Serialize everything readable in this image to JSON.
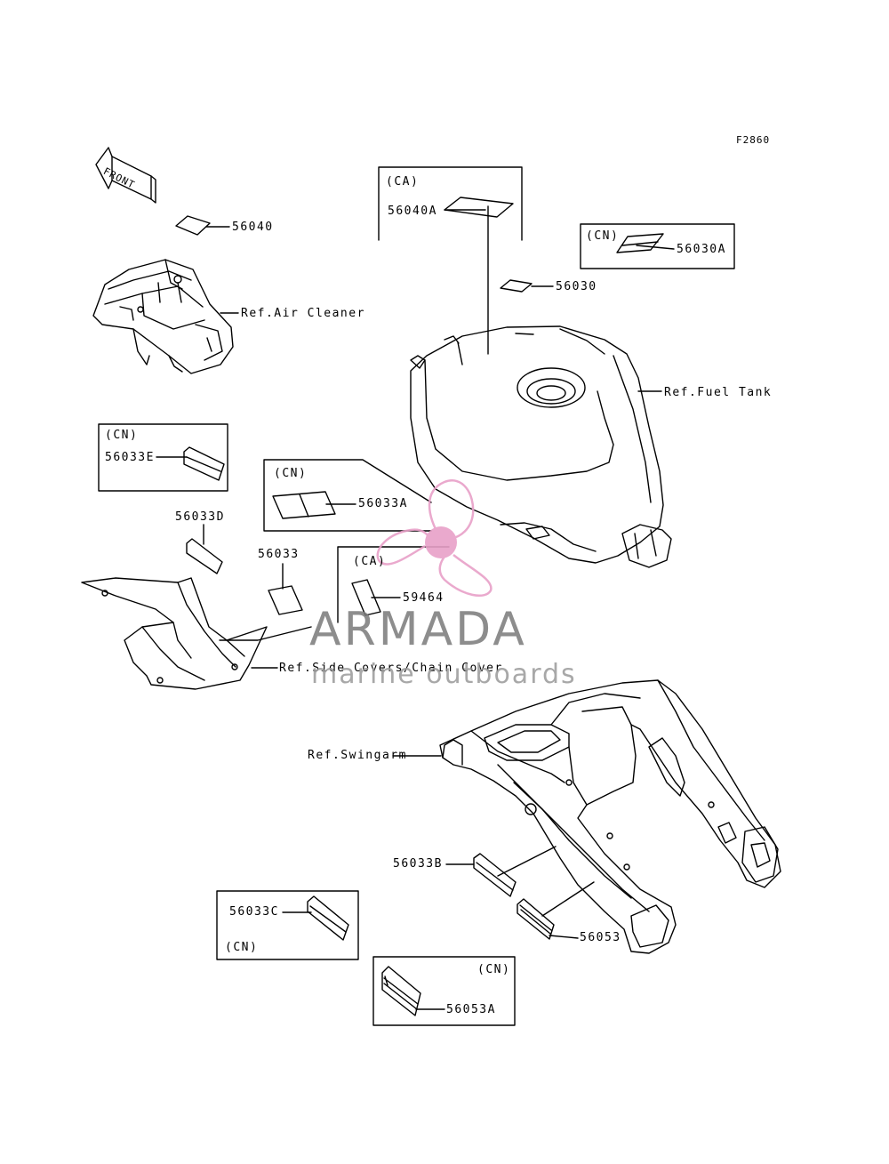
{
  "figure_code": "F2860",
  "front_arrow_label": "FRONT",
  "parts": {
    "p56040": "56040",
    "p56040A": "56040A",
    "p56030": "56030",
    "p56030A": "56030A",
    "p56033": "56033",
    "p56033A": "56033A",
    "p56033B": "56033B",
    "p56033C": "56033C",
    "p56033D": "56033D",
    "p56033E": "56033E",
    "p59464": "59464",
    "p56053": "56053",
    "p56053A": "56053A"
  },
  "refs": {
    "air_cleaner": "Ref.Air Cleaner",
    "fuel_tank": "Ref.Fuel Tank",
    "side_covers": "Ref.Side Covers/Chain Cover",
    "swingarm": "Ref.Swingarm"
  },
  "regions": {
    "ca": "(CA)",
    "cn": "(CN)"
  },
  "watermark": {
    "title": "ARMADA",
    "subtitle": "marine outboards",
    "logo_color": "#e8a0c8"
  }
}
